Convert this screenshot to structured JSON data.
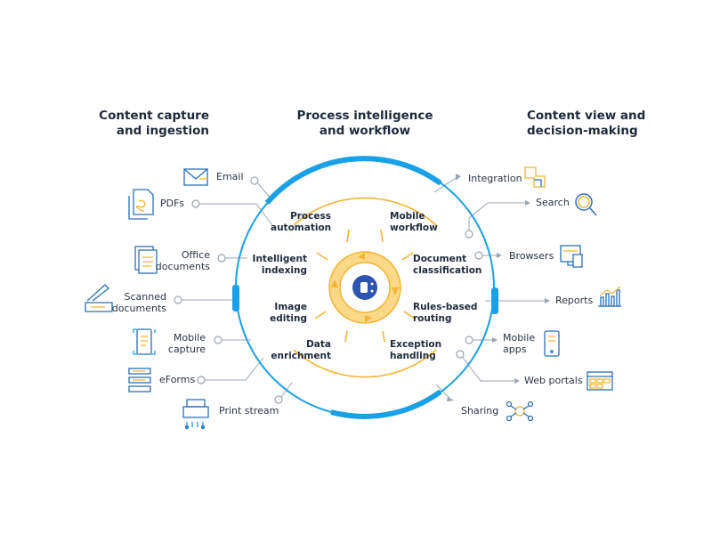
{
  "headers": {
    "capture": "Content capture\nand ingestion",
    "process": "Process intelligence\nand workflow",
    "view": "Content view and\ndecision-making"
  },
  "inputs": [
    {
      "label": "Email",
      "icon": "envelope-icon"
    },
    {
      "label": "PDFs",
      "icon": "pdf-icon"
    },
    {
      "label": "Office\ndocuments",
      "icon": "office-documents-icon"
    },
    {
      "label": "Scanned\ndocuments",
      "icon": "scanner-icon"
    },
    {
      "label": "Mobile\ncapture",
      "icon": "mobile-capture-icon"
    },
    {
      "label": "eForms",
      "icon": "eform-icon"
    },
    {
      "label": "Print stream",
      "icon": "printer-icon"
    }
  ],
  "processes": [
    {
      "label": "Process\nautomation"
    },
    {
      "label": "Mobile\nworkflow"
    },
    {
      "label": "Intelligent\nindexing"
    },
    {
      "label": "Document\nclassification"
    },
    {
      "label": "Image\nediting"
    },
    {
      "label": "Rules-based\nrouting"
    },
    {
      "label": "Data\nenrichment"
    },
    {
      "label": "Exception\nhandling"
    }
  ],
  "outputs": [
    {
      "label": "Integration",
      "icon": "puzzle-icon"
    },
    {
      "label": "Search",
      "icon": "magnifier-icon"
    },
    {
      "label": "Browsers",
      "icon": "browser-devices-icon"
    },
    {
      "label": "Reports",
      "icon": "bar-chart-icon"
    },
    {
      "label": "Mobile\napps",
      "icon": "smartphone-icon"
    },
    {
      "label": "Web portals",
      "icon": "web-portal-icon"
    },
    {
      "label": "Sharing",
      "icon": "network-icon"
    }
  ],
  "colors": {
    "ring": "#1aa0e6",
    "accent": "#f2b534",
    "accent_fill": "#fbd888",
    "line": "#9aa5b1",
    "icon": "#2d6fb5",
    "center": "#2f53b0"
  }
}
